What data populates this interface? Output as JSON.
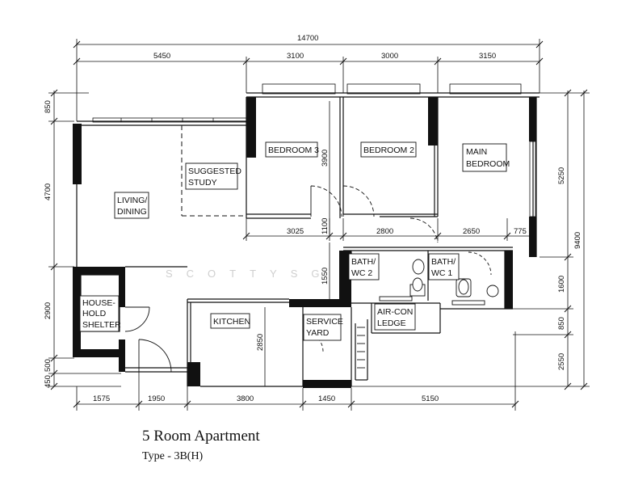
{
  "title": "5 Room Apartment",
  "subtitle": "Type - 3B(H)",
  "watermark": "SCOTTYSG",
  "dimensions": {
    "top_total": "14700",
    "top_1": "5450",
    "top_2": "3100",
    "top_3": "3000",
    "top_4": "3150",
    "left_1": "850",
    "left_2": "4700",
    "left_3": "2900",
    "left_4": "500",
    "left_5": "450",
    "right_1": "5250",
    "right_2": "1600",
    "right_3": "850",
    "right_4": "2550",
    "right_total": "9400",
    "bottom_1": "1575",
    "bottom_2": "1950",
    "bottom_3": "3800",
    "bottom_4": "1450",
    "bottom_5": "5150",
    "mid_1": "3025",
    "mid_2": "1100",
    "mid_3": "2800",
    "mid_4": "2650",
    "mid_5": "775",
    "bed3_depth": "3900",
    "bath_depth": "1550",
    "kitchen_depth": "2850"
  },
  "rooms": {
    "bedroom3": "BEDROOM  3",
    "bedroom2": "BEDROOM  2",
    "main_bedroom_1": "MAIN",
    "main_bedroom_2": "BEDROOM",
    "study_1": "SUGGESTED",
    "study_2": "STUDY",
    "living_1": "LIVING/",
    "living_2": "DINING",
    "shelter_1": "HOUSE-",
    "shelter_2": "HOLD",
    "shelter_3": "SHELTER",
    "kitchen": "KITCHEN",
    "service_1": "SERVICE",
    "service_2": "YARD",
    "bath2_1": "BATH/",
    "bath2_2": "WC  2",
    "bath1_1": "BATH/",
    "bath1_2": "WC  1",
    "aircon_1": "AIR-CON",
    "aircon_2": "LEDGE"
  }
}
